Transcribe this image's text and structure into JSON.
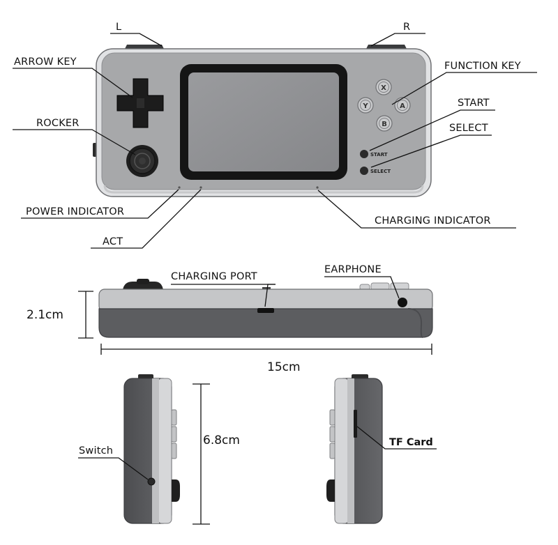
{
  "labels": {
    "l": "L",
    "r": "R",
    "arrow_key": "ARROW KEY",
    "function_key": "FUNCTION KEY",
    "rocker": "ROCKER",
    "start": "START",
    "select": "SELECT",
    "power_indicator": "POWER INDICATOR",
    "charging_indicator": "CHARGING INDICATOR",
    "act": "ACT",
    "charging_port": "CHARGING PORT",
    "earphone": "EARPHONE",
    "switch": "Switch",
    "tf_card": "TF Card"
  },
  "buttons": {
    "x": "X",
    "y": "Y",
    "a": "A",
    "b": "B",
    "start_print": "START",
    "select_print": "SELECT"
  },
  "dimensions": {
    "thickness": "2.1cm",
    "length": "15cm",
    "height": "6.8cm"
  },
  "colors": {
    "body_grey": "#a6a7a9",
    "shell_light": "#d9dadc",
    "dark_grey": "#5b5c5f",
    "screen_frame": "#161616",
    "screen": "#8f9093"
  }
}
